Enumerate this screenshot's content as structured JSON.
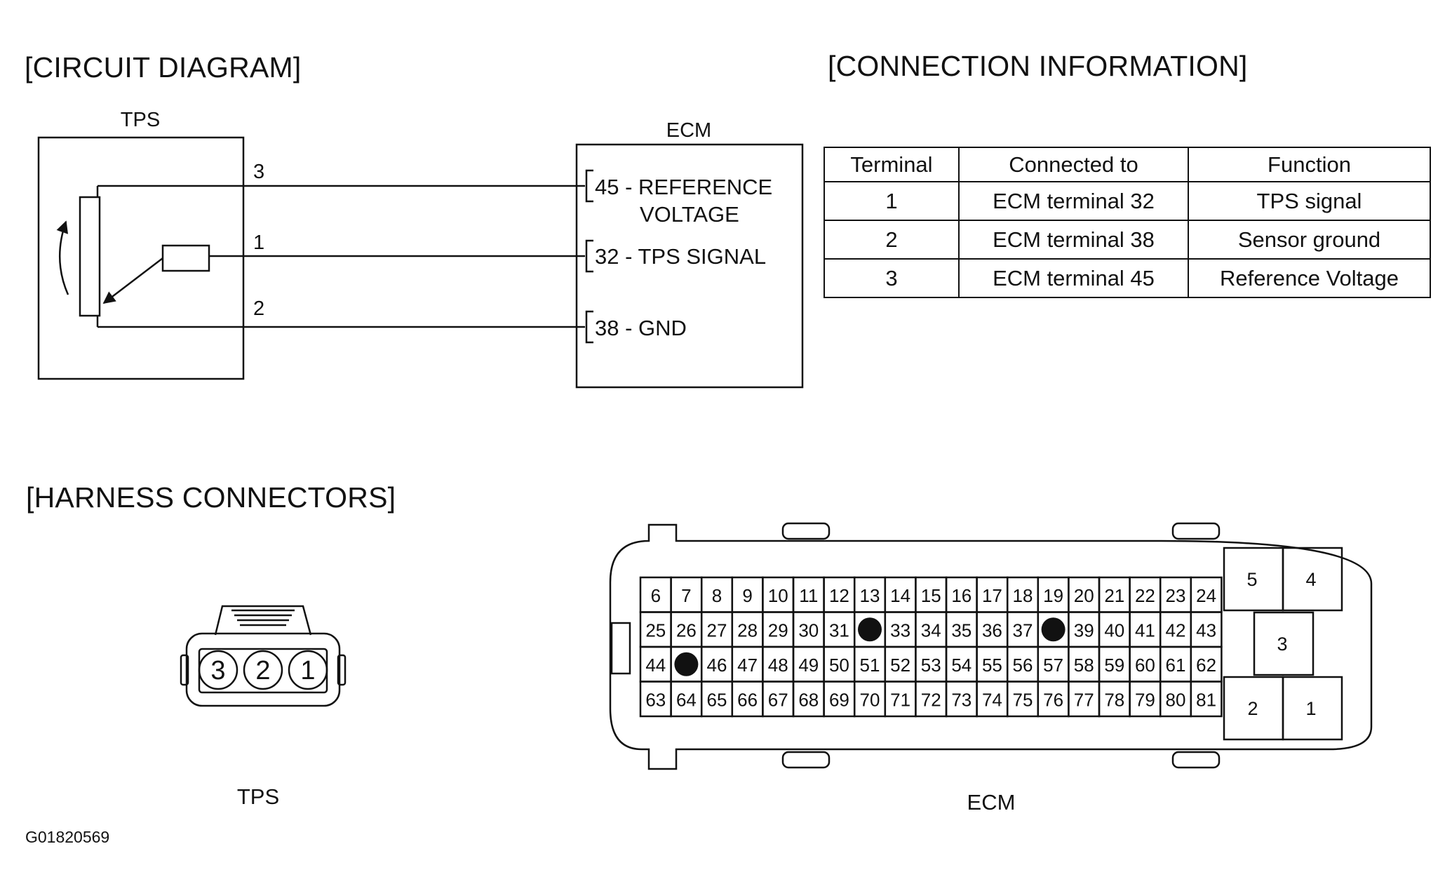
{
  "headings": {
    "circuit_diagram": "[CIRCUIT DIAGRAM]",
    "connection_information": "[CONNECTION INFORMATION]",
    "harness_connectors": "[HARNESS CONNECTORS]"
  },
  "circuit": {
    "tps_label": "TPS",
    "ecm_label": "ECM",
    "wires": [
      {
        "tps_pin": "3",
        "ecm_line1": "45 - REFERENCE",
        "ecm_line2": "VOLTAGE"
      },
      {
        "tps_pin": "1",
        "ecm_line1": "32 - TPS SIGNAL",
        "ecm_line2": ""
      },
      {
        "tps_pin": "2",
        "ecm_line1": "38 - GND",
        "ecm_line2": ""
      }
    ]
  },
  "connection_table": {
    "headers": [
      "Terminal",
      "Connected to",
      "Function"
    ],
    "rows": [
      [
        "1",
        "ECM terminal 32",
        "TPS signal"
      ],
      [
        "2",
        "ECM terminal 38",
        "Sensor ground"
      ],
      [
        "3",
        "ECM terminal 45",
        "Reference Voltage"
      ]
    ]
  },
  "tps_connector": {
    "caption": "TPS",
    "pins": [
      "3",
      "2",
      "1"
    ]
  },
  "ecm_connector": {
    "caption": "ECM",
    "rows": [
      [
        "6",
        "7",
        "8",
        "9",
        "10",
        "11",
        "12",
        "13",
        "14",
        "15",
        "16",
        "17",
        "18",
        "19",
        "20",
        "21",
        "22",
        "23",
        "24"
      ],
      [
        "25",
        "26",
        "27",
        "28",
        "29",
        "30",
        "31",
        "32",
        "33",
        "34",
        "35",
        "36",
        "37",
        "38",
        "39",
        "40",
        "41",
        "42",
        "43"
      ],
      [
        "44",
        "45",
        "46",
        "47",
        "48",
        "49",
        "50",
        "51",
        "52",
        "53",
        "54",
        "55",
        "56",
        "57",
        "58",
        "59",
        "60",
        "61",
        "62"
      ],
      [
        "63",
        "64",
        "65",
        "66",
        "67",
        "68",
        "69",
        "70",
        "71",
        "72",
        "73",
        "74",
        "75",
        "76",
        "77",
        "78",
        "79",
        "80",
        "81"
      ]
    ],
    "filled_terminals": [
      "32",
      "38",
      "45"
    ],
    "big_terminals": [
      "5",
      "4",
      "3",
      "2",
      "1"
    ]
  },
  "figure_id": "G01820569"
}
